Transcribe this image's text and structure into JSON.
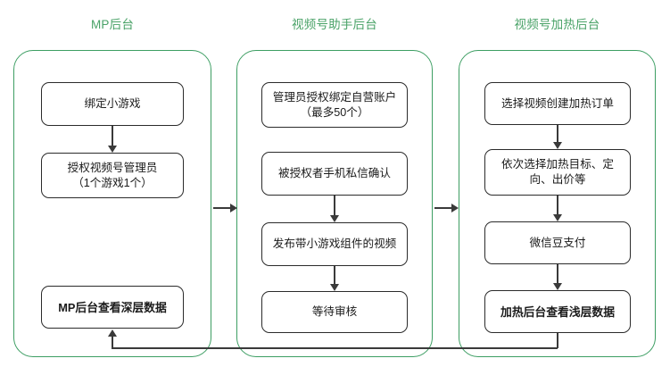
{
  "diagram": {
    "title_color": "#49a267",
    "node_border_color": "#2b2b2b",
    "connector_color": "#3a3a3a",
    "groups": [
      {
        "id": "mp-backend",
        "title": "MP后台",
        "nodes": [
          {
            "id": "bind-minigame",
            "label": "绑定小游戏",
            "bold": false
          },
          {
            "id": "authorize-channel-admin",
            "label": "授权视频号管理员\n（1个游戏1个）",
            "bold": false
          },
          {
            "id": "mp-view-deep-data",
            "label": "MP后台查看深层数据",
            "bold": true
          }
        ]
      },
      {
        "id": "channels-assistant-backend",
        "title": "视频号助手后台",
        "nodes": [
          {
            "id": "admin-authorize-bind-account",
            "label": "管理员授权绑定自营账户\n（最多50个）",
            "bold": false
          },
          {
            "id": "authorized-phone-dm-confirm",
            "label": "被授权者手机私信确认",
            "bold": false
          },
          {
            "id": "publish-video-with-minigame",
            "label": "发布带小游戏组件的视频",
            "bold": false
          },
          {
            "id": "await-review",
            "label": "等待审核",
            "bold": false
          }
        ]
      },
      {
        "id": "channels-boost-backend",
        "title": "视频号加热后台",
        "nodes": [
          {
            "id": "select-video-create-boost-order",
            "label": "选择视频创建加热订单",
            "bold": false
          },
          {
            "id": "select-boost-target-targeting-bid",
            "label": "依次选择加热目标、定\n向、出价等",
            "bold": false
          },
          {
            "id": "wechat-bean-payment",
            "label": "微信豆支付",
            "bold": false
          },
          {
            "id": "boost-view-shallow-data",
            "label": "加热后台查看浅层数据",
            "bold": true
          }
        ]
      }
    ]
  }
}
